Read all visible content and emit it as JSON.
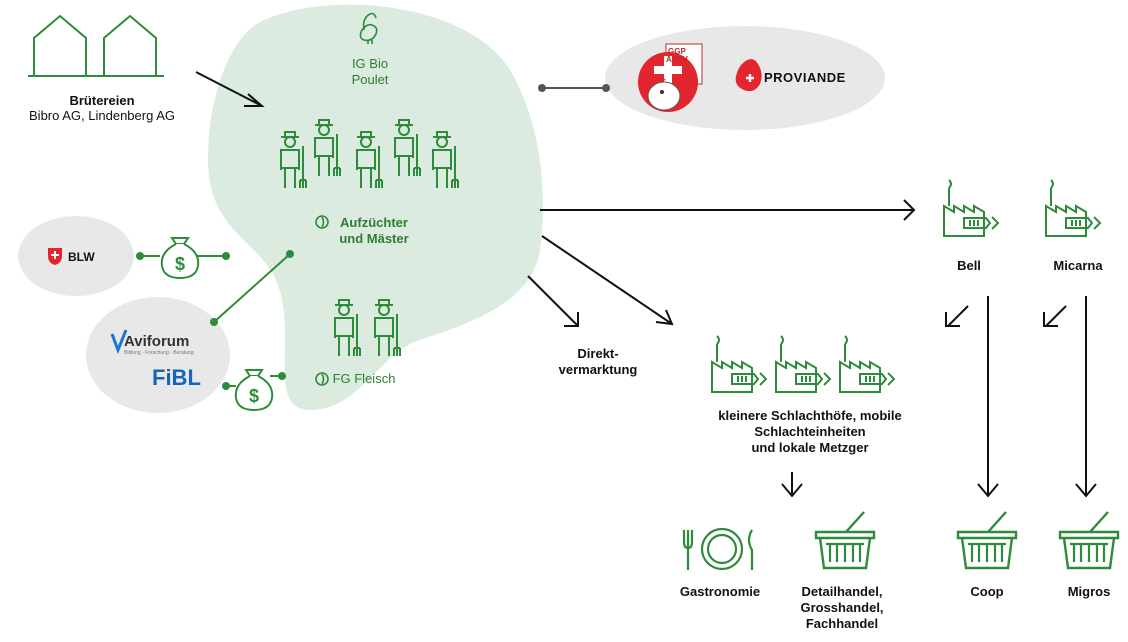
{
  "hatcheries": {
    "title": "Brütereien",
    "companies": "Bibro AG, Lindenberg AG"
  },
  "ig_bio": {
    "line1": "IG Bio",
    "line2": "Poulet"
  },
  "breeders": {
    "line1": "Aufzüchter",
    "line2": "und Mäster"
  },
  "fg_fleisch": {
    "label": "FG Fleisch"
  },
  "blw": {
    "label": "BLW"
  },
  "aviforum": {
    "label": "Aviforum",
    "tagline": "Bildung · Forschung · Beratung"
  },
  "fibl": {
    "label": "FiBL"
  },
  "gsp": {
    "line1": "GGP",
    "line2": "ASPV"
  },
  "proviande": {
    "label": "PROVIANDE"
  },
  "direct": {
    "line1": "Direkt-",
    "line2": "vermarktung"
  },
  "bell": {
    "label": "Bell"
  },
  "micarna": {
    "label": "Micarna"
  },
  "small": {
    "line1": "kleinere Schlachthöfe, mobile",
    "line2": "Schlachteinheiten",
    "line3": "und lokale Metzger"
  },
  "gastro": {
    "label": "Gastronomie"
  },
  "detail": {
    "line1": "Detailhandel,",
    "line2": "Grosshandel,",
    "line3": "Fachhandel"
  },
  "coop": {
    "label": "Coop"
  },
  "migros": {
    "label": "Migros"
  },
  "colors": {
    "green": "#2e8b3a",
    "blob": "#dcebdf",
    "grey": "#e8e8e8",
    "red": "#e3262e"
  }
}
